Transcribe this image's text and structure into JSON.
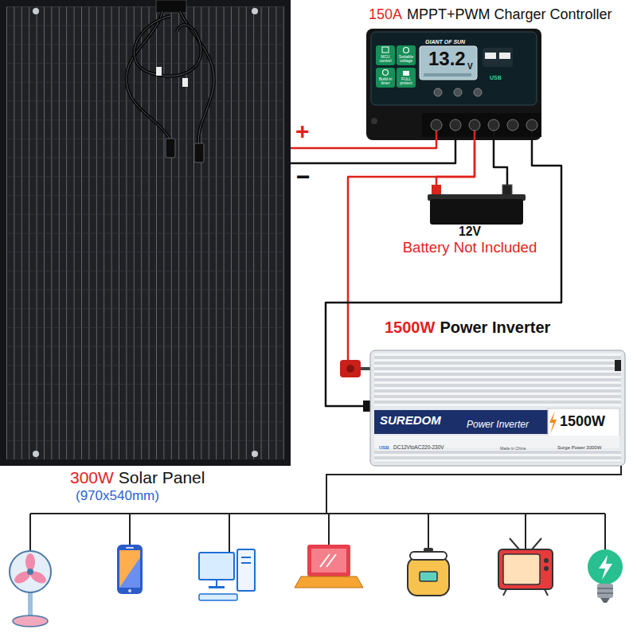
{
  "diagram": {
    "nodes": [
      {
        "text": [
          "300W",
          "Solar Panel",
          "(970x540mm)"
        ]
      },
      {
        "text": [
          "150A",
          "MPPT+PWM Charger Controller"
        ]
      },
      {
        "text": [
          "12V",
          "Battery Not Included"
        ]
      },
      {
        "text": [
          "1500W",
          "Power Inverter"
        ]
      }
    ],
    "edges": [
      {
        "from": 0,
        "to": 1,
        "arrow": "none",
        "label": "+"
      },
      {
        "from": 0,
        "to": 1,
        "arrow": "none",
        "label": "−"
      },
      {
        "from": 1,
        "to": 2,
        "arrow": "none"
      },
      {
        "from": 1,
        "to": 2,
        "arrow": "none"
      },
      {
        "from": 1,
        "to": 3,
        "arrow": "none"
      },
      {
        "from": 1,
        "to": 3,
        "arrow": "none"
      }
    ],
    "labels": [
      "GIANT OF SUN",
      "13.2",
      "V",
      "MCU control",
      "Settable voltage",
      "Build-in timer",
      "FULL protect",
      "USB",
      "SUREDOM",
      "Power Inverter",
      "1500W",
      "USB",
      "DC12VtoAC220-230V",
      "Surge Power 3000W",
      "Made in China"
    ]
  }
}
